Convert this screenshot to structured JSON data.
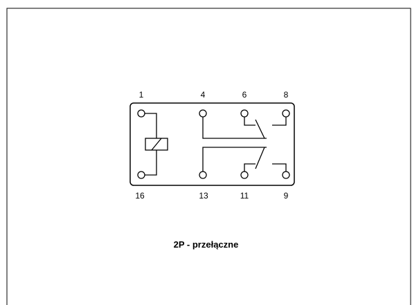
{
  "pins": {
    "top": [
      "1",
      "4",
      "6",
      "8"
    ],
    "bottom": [
      "16",
      "13",
      "11",
      "9"
    ]
  },
  "caption": "2P - przełączne",
  "colors": {
    "line": "#000000",
    "background": "#ffffff"
  }
}
